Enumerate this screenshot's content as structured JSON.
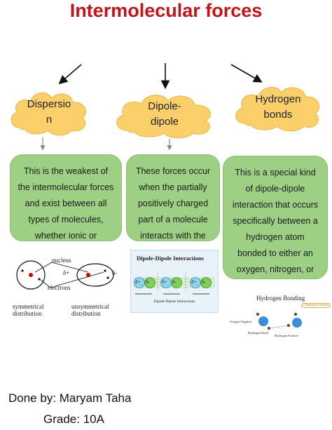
{
  "title": "Intermolecular forces",
  "nodes": [
    {
      "label_lines": [
        "Dispersio",
        "n"
      ],
      "description_lines": [
        "This is the weakest of",
        "the intermolecular forces",
        "and exist between all",
        "types of molecules,",
        "whether ionic or"
      ]
    },
    {
      "label_lines": [
        "Dipole-",
        "dipole"
      ],
      "description_lines": [
        "These forces occur",
        "when the partially",
        "positively charged",
        "part of a molecule",
        "interacts with the"
      ]
    },
    {
      "label_lines": [
        "Hydrogen",
        "bonds"
      ],
      "description_lines": [
        "This is a special kind",
        "of dipole-dipole",
        "interaction that occurs",
        "specifically between a",
        "hydrogen atom",
        "bonded to either an",
        "oxygen, nitrogen, or"
      ]
    }
  ],
  "dispersion_figure": {
    "nucleus": "nucleus",
    "electrons": "electrons",
    "delta_plus": "δ+",
    "delta_minus": "δ-",
    "left_caption": [
      "symmetrical",
      "distribution"
    ],
    "right_caption": [
      "unsymmetrical",
      "distribution"
    ]
  },
  "dipole_figure": {
    "title": "Dipole-Dipole Interactions",
    "atoms": [
      "δ+",
      "δ-",
      "δ+",
      "δ-",
      "δ+",
      "δ-"
    ],
    "caption": "Dipole-Dipole Interactions"
  },
  "hbond_figure": {
    "title": "Hydrogen Bonding",
    "oxygen_label": "Oxygen Negative",
    "hbond_label": "Hydrogen Bond",
    "hpos_label": "Hydrogen Positive",
    "watermark": "ChemistryLearner"
  },
  "author": "Done by: Maryam Taha",
  "grade": "Grade: 10A",
  "colors": {
    "title": "#c4141b",
    "cloud": "#fbd06a",
    "box": "#9dcf85",
    "dipole_panel": "#e8f2fb"
  }
}
